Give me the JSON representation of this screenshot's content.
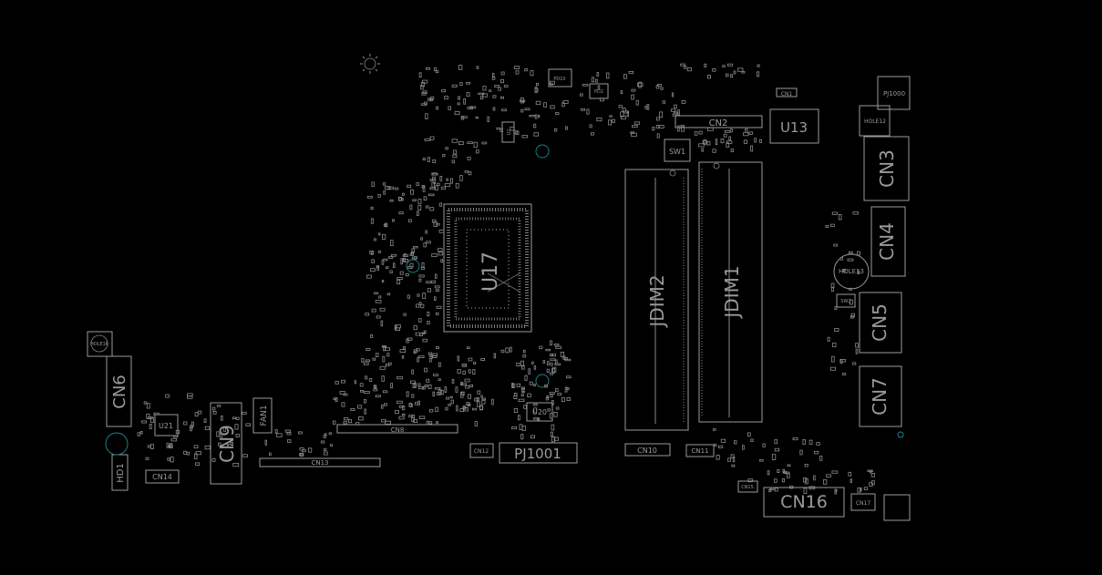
{
  "labels": {
    "u17": "U17",
    "jdim2": "JDIM2",
    "jdim1": "JDIM1",
    "cn2": "CN2",
    "u13": "U13",
    "cn1": "CN1",
    "pj1000": "PJ1000",
    "hole12": "HOLE12",
    "cn3": "CN3",
    "cn4": "CN4",
    "hole13": "HOLE13",
    "sw2": "SW2",
    "cn5": "CN5",
    "cn7": "CN7",
    "sw1": "SW1",
    "cn6": "CN6",
    "hole16": "HOLE16",
    "u21": "U21",
    "cn9": "CN9",
    "fan1": "FAN1",
    "hd1": "HD1",
    "cn14": "CN14",
    "cn13": "CN13",
    "cn8": "CN8",
    "cn12": "CN12",
    "pj1001": "PJ1001",
    "u20": "U20",
    "cn10": "CN10",
    "cn11": "CN11",
    "cn15": "CN15",
    "cn16": "CN16",
    "cn17": "CN17",
    "pd10": "PD10",
    "pd2": "PD2",
    "u2": "U2"
  },
  "colors": {
    "background": "#000000",
    "silkscreen": "#9a9a9a",
    "mounting_hole": "#1d7f86"
  }
}
